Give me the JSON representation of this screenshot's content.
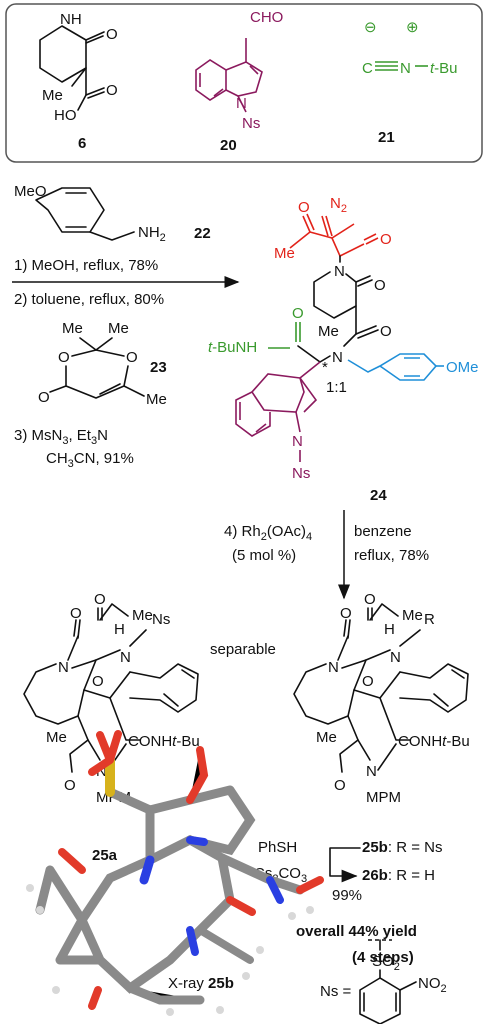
{
  "starting_materials": {
    "c6": {
      "label": "6",
      "atoms": [
        "NH",
        "O",
        "Me",
        "O",
        "HO"
      ]
    },
    "c20": {
      "label": "20",
      "atoms": [
        "CHO",
        "N",
        "Ns"
      ]
    },
    "c21": {
      "label": "21",
      "formula": "C≡N−t-Bu",
      "charges": [
        "⊖",
        "⊕"
      ],
      "atoms": [
        "C",
        "N",
        "t",
        "-Bu"
      ]
    }
  },
  "reagent22": {
    "label": "22",
    "atoms": [
      "MeO",
      "NH",
      "2"
    ]
  },
  "reagent23": {
    "label": "23",
    "atoms": [
      "Me",
      "Me",
      "O",
      "O",
      "O",
      "Me"
    ]
  },
  "step1": "1) MeOH, reflux, 78%",
  "step2": "2) toluene, reflux, 80%",
  "step3_line1": "3) MsN",
  "step3_sub1": "3",
  "step3_mid": ", Et",
  "step3_sub2": "3",
  "step3_end": "N",
  "step3_line2a": "CH",
  "step3_line2sub": "3",
  "step3_line2b": "CN, 91%",
  "compound24": {
    "label": "24",
    "diazo": {
      "n2": "N",
      "n2_sub": "2",
      "me": "Me",
      "o1": "O",
      "o2": "O"
    },
    "core": {
      "n": "N",
      "o": "O",
      "me": "Me",
      "o2": "O",
      "n2": "N"
    },
    "amide": {
      "tbunh": "t",
      "tbunh2": "-BuNH",
      "o": "O"
    },
    "ratio": "1:1",
    "star": "*",
    "indole_n": "N",
    "ns": "Ns",
    "pmb": "OMe"
  },
  "step4": {
    "left1a": "4) Rh",
    "left1sub": "2",
    "left1b": "(OAc)",
    "left1sub2": "4",
    "left2": "(5 mol %)",
    "right1": "benzene",
    "right2": "reflux, 78%"
  },
  "separable": "separable",
  "product25a": {
    "label": "25a",
    "atoms": [
      "O",
      "Me",
      "O",
      "H",
      "N",
      "Ns",
      "N",
      "Me",
      "N",
      "O",
      "CONH",
      "t",
      "-Bu",
      "MPM"
    ]
  },
  "product_r": {
    "atoms": [
      "O",
      "Me",
      "O",
      "H",
      "R",
      "N",
      "N",
      "Me",
      "N",
      "O",
      "CONH",
      "t",
      "-Bu",
      "MPM"
    ]
  },
  "deprotect": {
    "reagent1": "PhSH",
    "reagent2a": "Cs",
    "reagent2sub": "2",
    "reagent2b": "CO",
    "reagent2sub2": "3",
    "yield": "99%",
    "p25b": "25b",
    "p25b_text": ": R = Ns",
    "p26b": "26b",
    "p26b_text": ": R = H"
  },
  "overall1": "overall 44% yield",
  "overall2": "(4 steps)",
  "xray": {
    "prefix": "X-ray ",
    "label": "25b"
  },
  "ns_def": {
    "lhs": "Ns =",
    "so2": "SO",
    "so2_sub": "2",
    "no2": "NO",
    "no2_sub": "2"
  },
  "colors": {
    "red": "#e2231a",
    "purple": "#8b1a5e",
    "green": "#3a9a2e",
    "blue": "#1f8fd8",
    "box_border": "#555555"
  }
}
